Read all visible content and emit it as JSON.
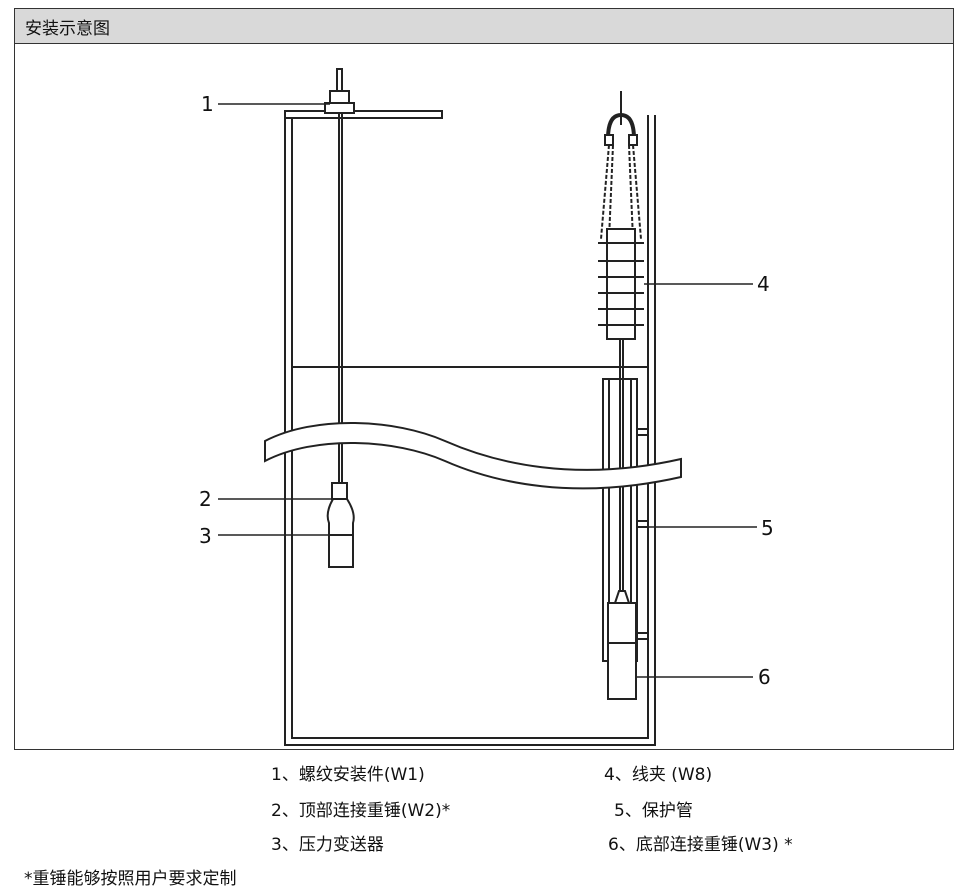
{
  "panel": {
    "title": "安装示意图"
  },
  "callouts": [
    "1",
    "2",
    "3",
    "4",
    "5",
    "6"
  ],
  "legend": [
    "1、螺纹安装件(W1)",
    "2、顶部连接重锤(W2)*",
    "3、压力变送器",
    "4、线夹  (W8)",
    "5、保护管",
    "6、底部连接重锤(W3) *"
  ],
  "footnote": "*重锤能够按照用户要求定制"
}
